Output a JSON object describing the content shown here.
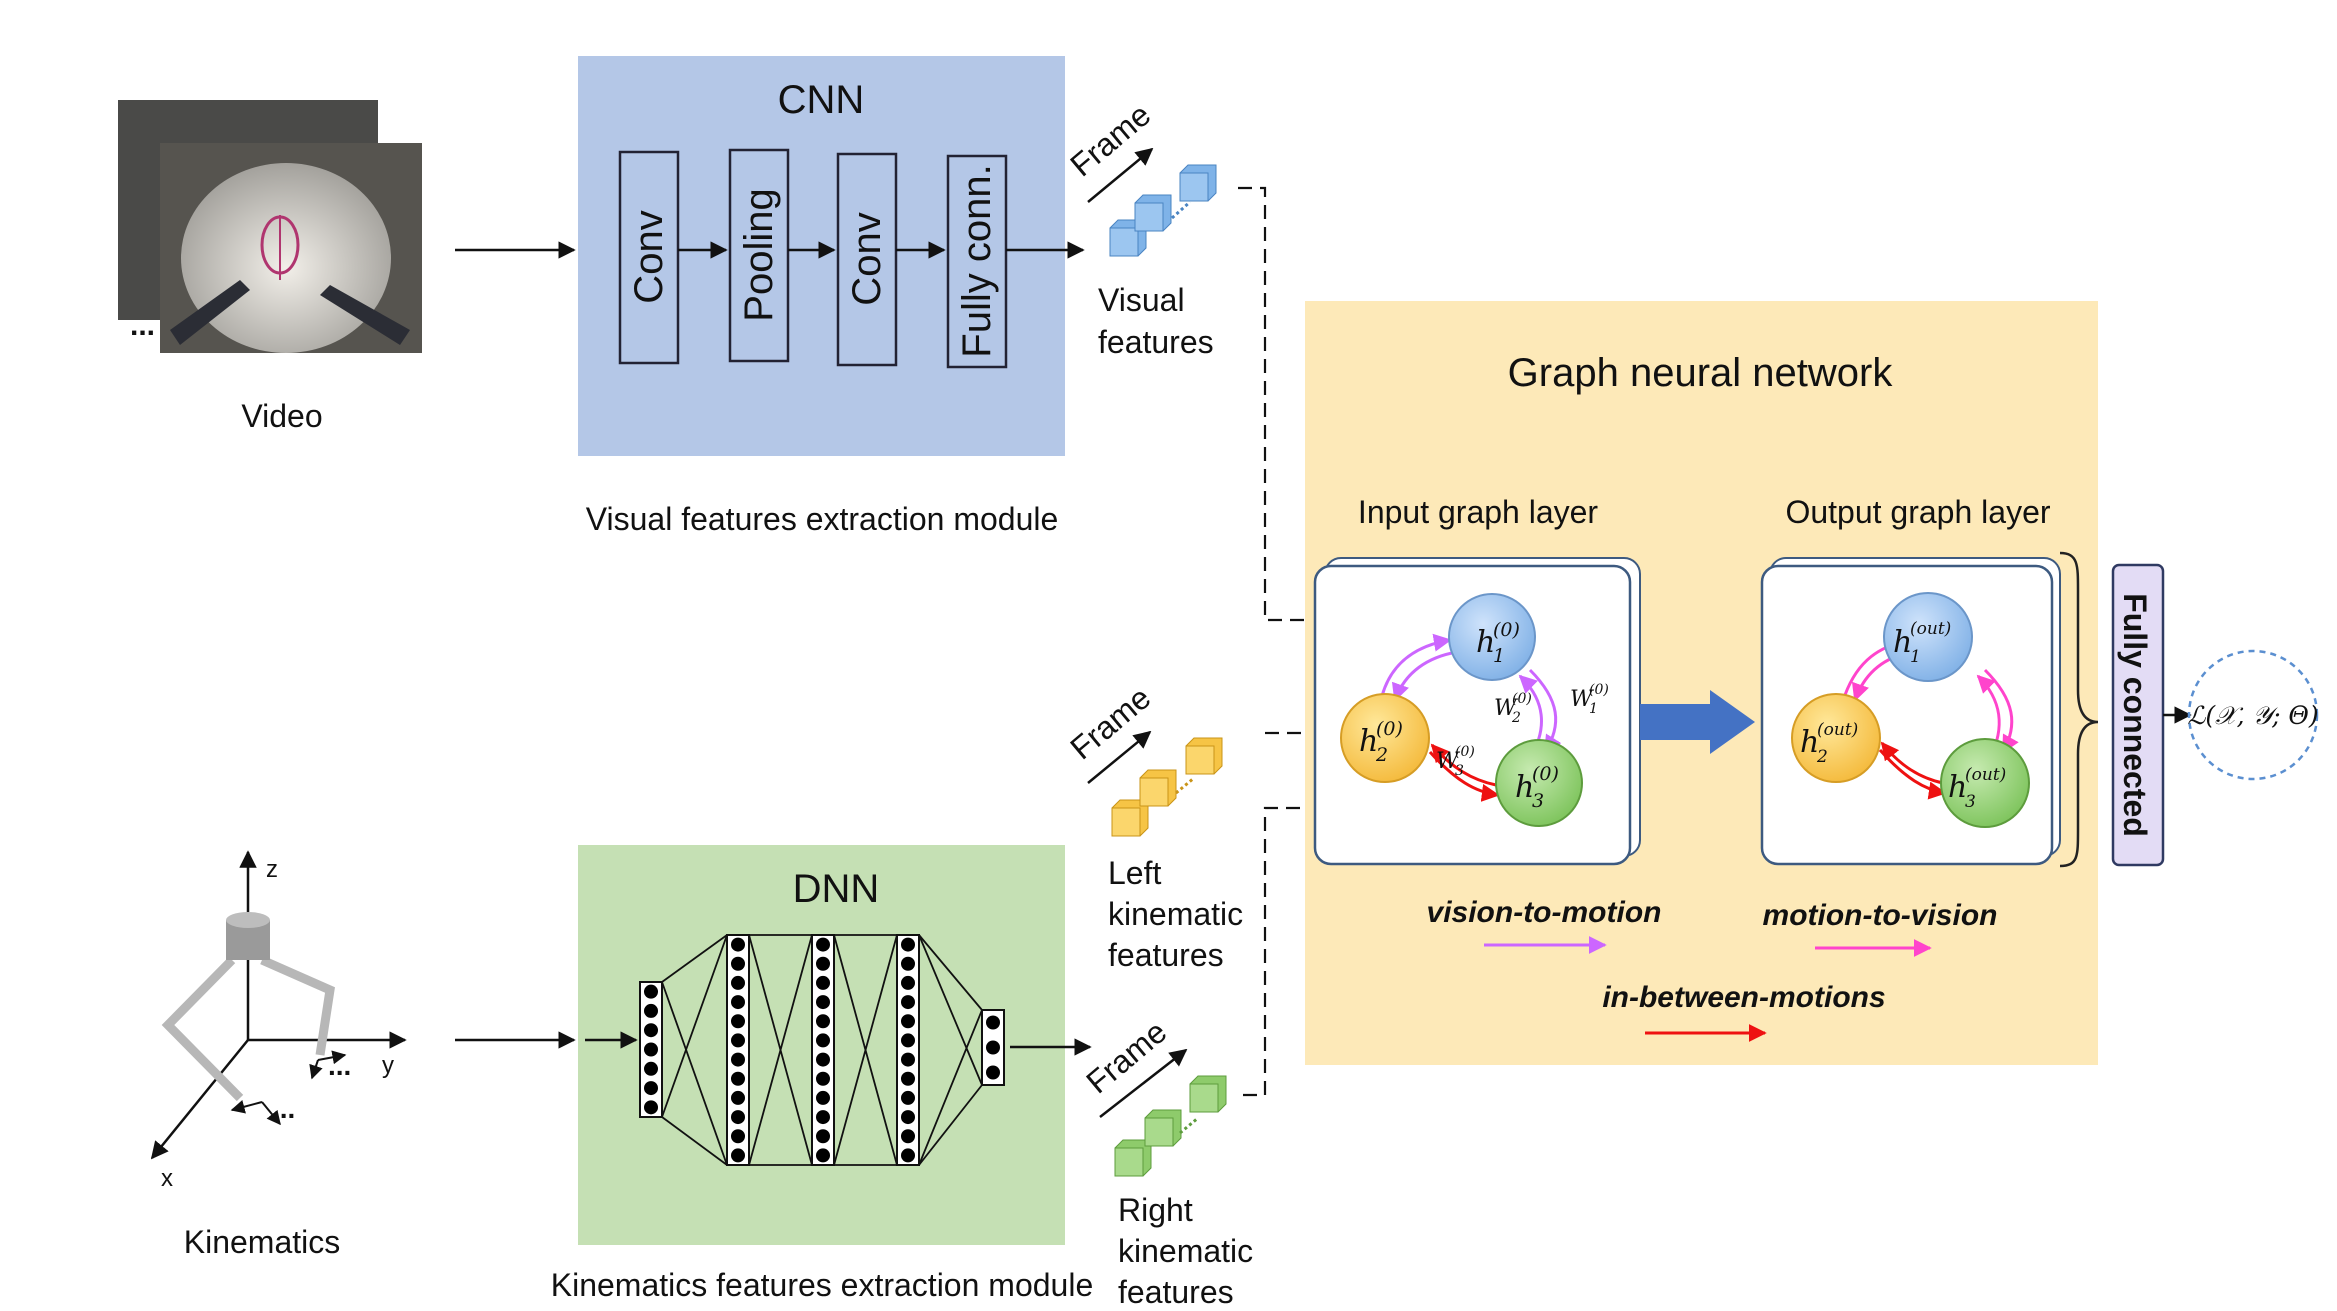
{
  "video": {
    "label": "Video"
  },
  "kinematics": {
    "label": "Kinematics",
    "axis_x": "x",
    "axis_y": "y",
    "axis_z": "z",
    "dots": "..."
  },
  "cnn": {
    "title": "CNN",
    "layers": [
      "Conv",
      "Pooling",
      "Conv",
      "Fully conn."
    ],
    "module_label": "Visual features extraction module",
    "color": "#b4c7e7"
  },
  "dnn": {
    "title": "DNN",
    "module_label": "Kinematics features extraction module",
    "color": "#c5e0b4"
  },
  "features": {
    "frame_label": "Frame",
    "visual": [
      "Visual",
      "features"
    ],
    "left": [
      "Left",
      "kinematic",
      "features"
    ],
    "right": [
      "Right",
      "kinematic",
      "features"
    ],
    "colors": {
      "visual": "#7fb3e8",
      "left": "#f6c445",
      "right": "#8ecb6b"
    }
  },
  "gnn": {
    "title": "Graph neural network",
    "input_layer": "Input graph layer",
    "output_layer": "Output graph layer",
    "color": "#fde9b8",
    "input_nodes": {
      "h1": "h",
      "h1_sub": "1",
      "h1_sup": "(0)",
      "h2": "h",
      "h2_sub": "2",
      "h2_sup": "(0)",
      "h3": "h",
      "h3_sub": "3",
      "h3_sup": "(0)"
    },
    "output_nodes": {
      "h1": "h",
      "h1_sub": "1",
      "h1_sup": "(out)",
      "h2": "h",
      "h2_sub": "2",
      "h2_sup": "(out)",
      "h3": "h",
      "h3_sub": "3",
      "h3_sup": "(out)"
    },
    "weights": {
      "w1": "W",
      "w1_sub": "1",
      "w1_sup": "(0)",
      "w2": "W",
      "w2_sub": "2",
      "w2_sup": "(0)",
      "w3": "W",
      "w3_sub": "3",
      "w3_sup": "(0)"
    },
    "legend": {
      "vision_to_motion": "vision-to-motion",
      "motion_to_vision": "motion-to-vision",
      "in_between": "in-between-motions",
      "colors": {
        "vision_to_motion": "#cc66ff",
        "motion_to_vision": "#ff44cc",
        "in_between": "#ee1111"
      }
    }
  },
  "fully_connected": "Fully connected",
  "loss": "ℒ(𝒳, 𝒴; Θ)"
}
